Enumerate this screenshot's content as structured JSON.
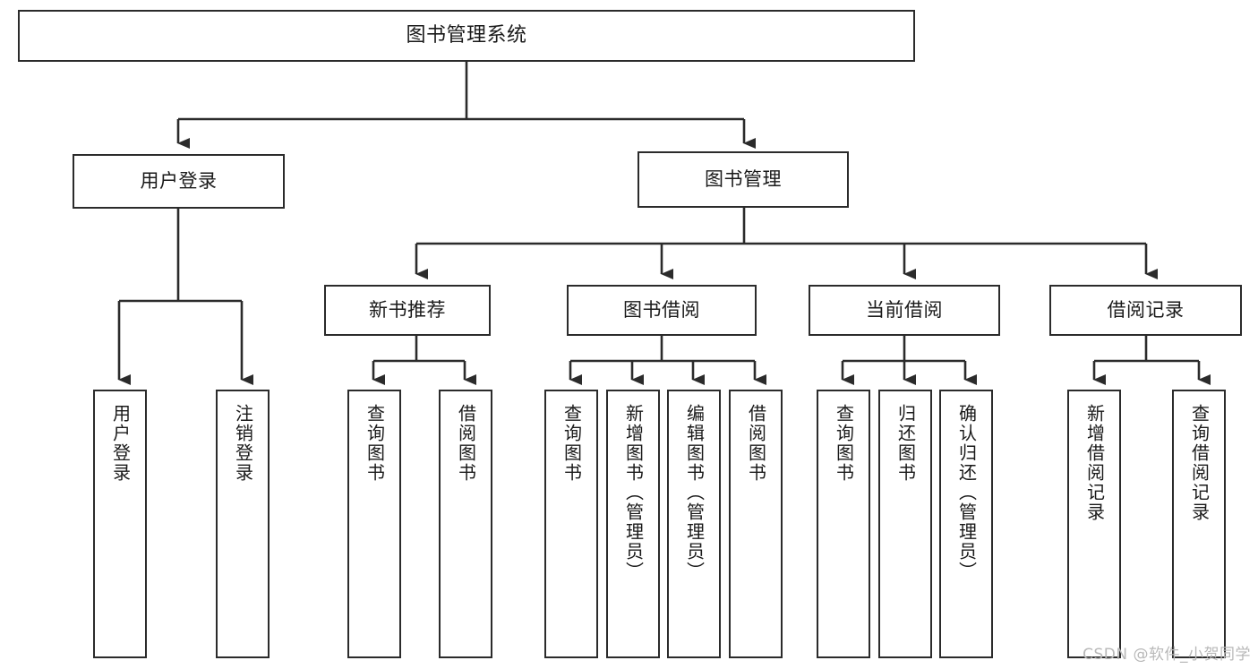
{
  "diagram": {
    "title": "图书管理系统",
    "root": {
      "label": "图书管理系统"
    },
    "level1": [
      {
        "label": "用户登录"
      },
      {
        "label": "图书管理"
      }
    ],
    "level2": [
      {
        "label": "新书推荐"
      },
      {
        "label": "图书借阅"
      },
      {
        "label": "当前借阅"
      },
      {
        "label": "借阅记录"
      }
    ],
    "leaves": [
      {
        "label": "用户登录"
      },
      {
        "label": "注销登录"
      },
      {
        "label": "查询图书"
      },
      {
        "label": "借阅图书"
      },
      {
        "label": "查询图书"
      },
      {
        "label": "新增图书（管理员）"
      },
      {
        "label": "编辑图书（管理员）"
      },
      {
        "label": "借阅图书"
      },
      {
        "label": "查询图书"
      },
      {
        "label": "归还图书"
      },
      {
        "label": "确认归还（管理员）"
      },
      {
        "label": "新增借阅记录"
      },
      {
        "label": "查询借阅记录"
      }
    ]
  },
  "watermark": {
    "text": "CSDN @软件_小贺同学"
  },
  "colors": {
    "stroke": "#2b2b2b",
    "fill": "#ffffff",
    "text": "#1a1a1a",
    "watermark": "#b8b8b8"
  }
}
